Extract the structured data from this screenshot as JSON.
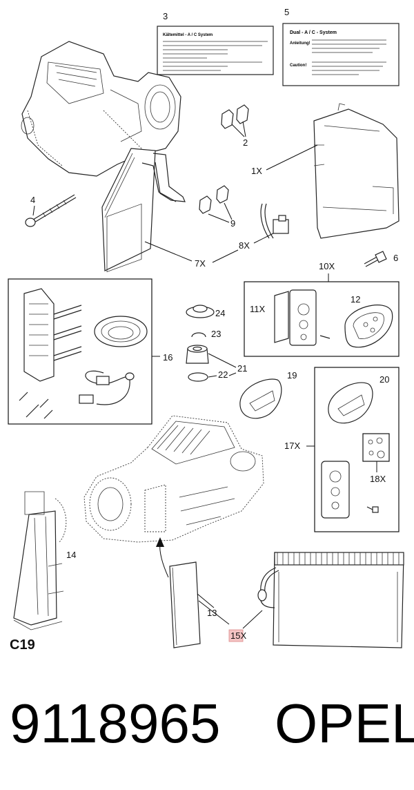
{
  "callouts": {
    "c3": "3",
    "c5": "5",
    "c2": "2",
    "c1x": "1X",
    "c4": "4",
    "c9": "9",
    "c8x": "8X",
    "c7x": "7X",
    "c6": "6",
    "c10x": "10X",
    "c11x": "11X",
    "c12": "12",
    "c24": "24",
    "c23": "23",
    "c16": "16",
    "c21": "21",
    "c22": "22",
    "c19": "19",
    "c20": "20",
    "c17x": "17X",
    "c18x": "18X",
    "c14": "14",
    "c13": "13",
    "c15x": "15X"
  },
  "labels": {
    "label3_title": "Kältemittel - A / C System",
    "label5_title": "Dual - A / C - System",
    "label5_row1": "Anleitung!",
    "label5_row2": "Caution!"
  },
  "diagram_code": "C19",
  "footer": {
    "part_number": "9118965",
    "brand": "OPEL"
  },
  "colors": {
    "highlight": "#f4c4c4",
    "line": "#222222"
  }
}
